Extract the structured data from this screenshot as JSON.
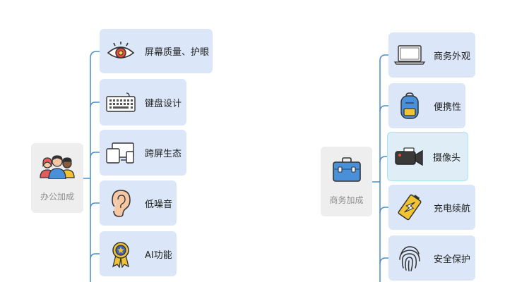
{
  "left": {
    "root": {
      "label": "办公加成",
      "icon": "people-icon"
    },
    "items": [
      {
        "label": "屏幕质量、护眼",
        "icon": "eye-icon"
      },
      {
        "label": "键盘设计",
        "icon": "keyboard-icon"
      },
      {
        "label": "跨屏生态",
        "icon": "devices-icon"
      },
      {
        "label": "低噪音",
        "icon": "ear-icon"
      },
      {
        "label": "AI功能",
        "icon": "medal-icon"
      }
    ]
  },
  "right": {
    "root": {
      "label": "商务加成",
      "icon": "briefcase-icon"
    },
    "items": [
      {
        "label": "商务外观",
        "icon": "laptop-icon"
      },
      {
        "label": "便携性",
        "icon": "backpack-icon"
      },
      {
        "label": "摄像头",
        "icon": "camera-icon"
      },
      {
        "label": "充电续航",
        "icon": "battery-icon"
      },
      {
        "label": "安全保护",
        "icon": "fingerprint-icon"
      }
    ]
  },
  "colors": {
    "connector": "#4a8dc7",
    "node": "#dbe7f8",
    "root": "#eeeeee",
    "highlight_border": "#a3e6ef"
  }
}
